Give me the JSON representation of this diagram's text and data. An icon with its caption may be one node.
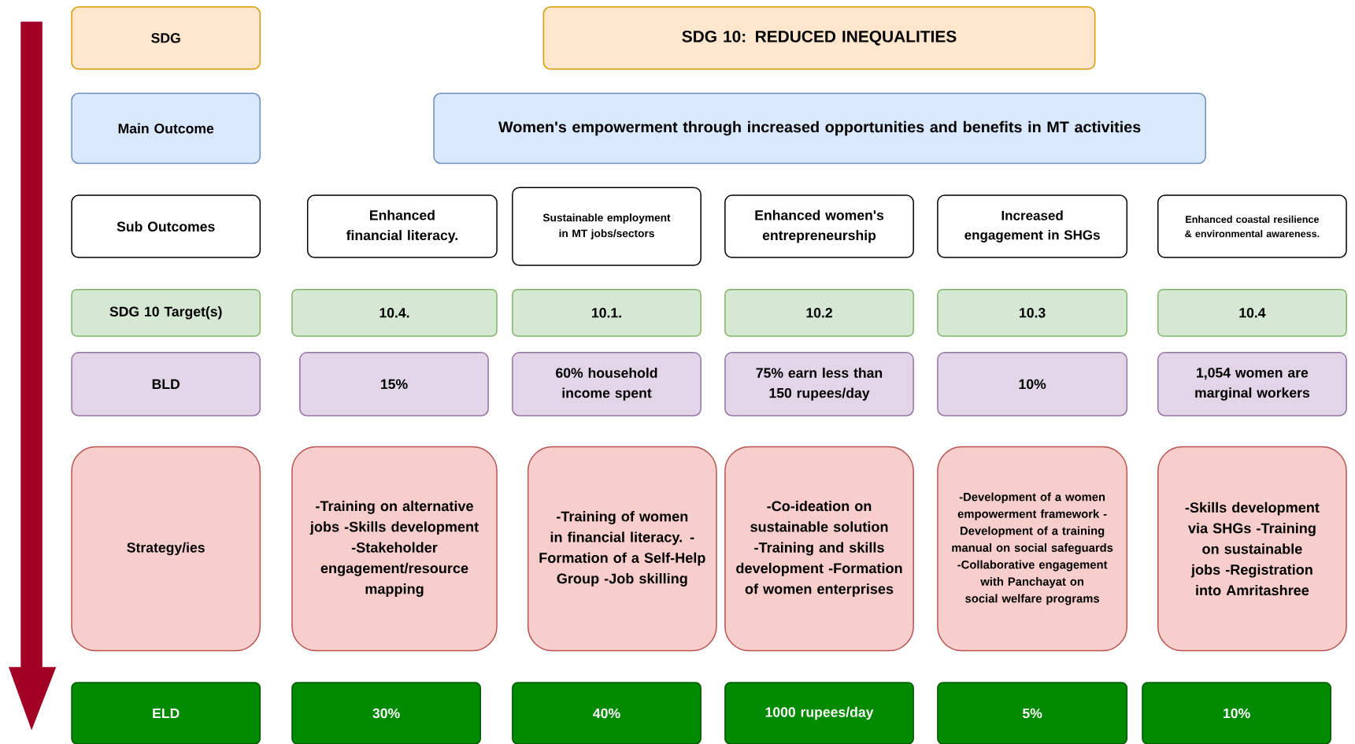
{
  "diagram": {
    "nodes": [
      {
        "text": [
          "SDG"
        ]
      },
      {
        "text": [
          "SDG 10: REDUCED INEQUALITIES"
        ]
      },
      {
        "text": [
          "Main Outcome"
        ]
      },
      {
        "text": [
          "Women's empowerment through increased opportunities and benefits in MT activities"
        ]
      },
      {
        "text": [
          "Sub Outcomes"
        ]
      },
      {
        "text": [
          "Enhanced financial literacy."
        ]
      },
      {
        "text": [
          "Sustainable employment in MT jobs/sectors"
        ]
      },
      {
        "text": [
          "Enhanced women's entrepreneurship"
        ]
      },
      {
        "text": [
          "Increased engagement in SHGs"
        ]
      },
      {
        "text": [
          "Enhanced coastal resilience & environmental awareness."
        ]
      },
      {
        "text": [
          "SDG 10 Target(s)"
        ]
      },
      {
        "text": [
          "10.4."
        ]
      },
      {
        "text": [
          "10.1."
        ]
      },
      {
        "text": [
          "10.2"
        ]
      },
      {
        "text": [
          "10.3"
        ]
      },
      {
        "text": [
          "10.4"
        ]
      },
      {
        "text": [
          "BLD"
        ]
      },
      {
        "text": [
          "15%"
        ]
      },
      {
        "text": [
          "60% household income spent"
        ]
      },
      {
        "text": [
          "75% earn less than 150 rupees/day"
        ]
      },
      {
        "text": [
          "10%"
        ]
      },
      {
        "text": [
          "1,054 women are marginal workers"
        ]
      },
      {
        "text": [
          "Strategy/ies"
        ]
      },
      {
        "text": [
          "-Training on alternative jobs -Skills development -Stakeholder engagement/resource mapping"
        ]
      },
      {
        "text": [
          "-Training of women in financial literacy. -Formation of a Self-Help Group -Job skilling"
        ]
      },
      {
        "text": [
          "-Co-ideation on sustainable solution -Training and skills development -Formation of women enterprises"
        ]
      },
      {
        "text": [
          "-Development of a women empowerment framework -Development of a training manual on social safeguards -Collaborative engagement with Panchayat on social welfare programs"
        ]
      },
      {
        "text": [
          "-Skills development via SHGs -Training on sustainable jobs -Registration into Amritashree"
        ]
      },
      {
        "text": [
          "ELD"
        ]
      },
      {
        "text": [
          "30%"
        ]
      },
      {
        "text": [
          "40%"
        ]
      },
      {
        "text": [
          "1000 rupees/day"
        ]
      },
      {
        "text": [
          "5%"
        ]
      },
      {
        "text": [
          "10%"
        ]
      }
    ]
  }
}
